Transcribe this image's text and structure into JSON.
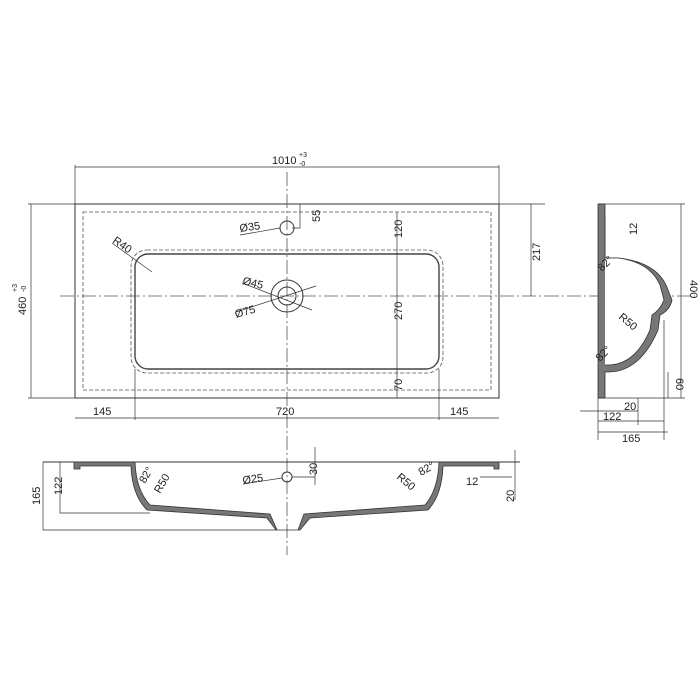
{
  "top_view": {
    "width": "1010",
    "width_tol_plus": "+3",
    "width_tol_minus": "-0",
    "depth": "460",
    "depth_tol_plus": "+3",
    "depth_tol_minus": "-0",
    "left_margin": "145",
    "bowl_width": "720",
    "right_margin": "145",
    "back_to_bowl": "120",
    "bowl_depth": "270",
    "front_to_bowl": "70",
    "back_to_drain": "217",
    "tap_hole_offset": "55",
    "corner_radius": "R40",
    "tap_hole": "Ø35",
    "drain_inner": "Ø45",
    "drain_outer": "Ø75"
  },
  "side_view": {
    "height": "400",
    "rim": "12",
    "front_height": "60",
    "angle_top": "82°",
    "angle_bottom": "82°",
    "radius": "R50",
    "wall": "20",
    "bowl_depth": "122",
    "total_depth": "165"
  },
  "front_section": {
    "total_height": "165",
    "bowl_height": "122",
    "overflow": "Ø25",
    "overflow_offset": "30",
    "angle_left": "82°",
    "radius_left": "R50",
    "angle_right": "82°",
    "radius_right": "R50",
    "rim_width": "12",
    "rim_height": "20"
  }
}
